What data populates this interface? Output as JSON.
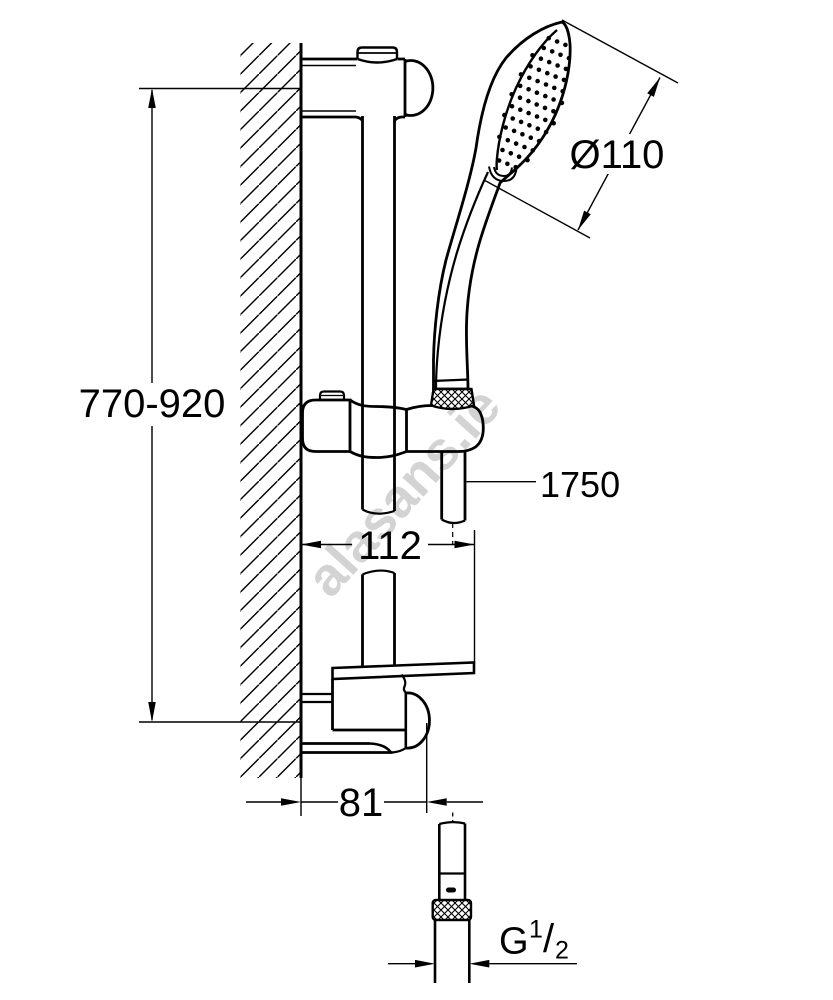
{
  "dimensions": {
    "height_range": "770-920",
    "head_diameter": "Ø110",
    "hose_length": "1750",
    "tray_depth": "112",
    "bracket_depth": "81"
  },
  "thread_label": {
    "prefix": "G",
    "numerator": "1",
    "slash": "/",
    "denominator": "2"
  },
  "watermark": "alasans.ie"
}
